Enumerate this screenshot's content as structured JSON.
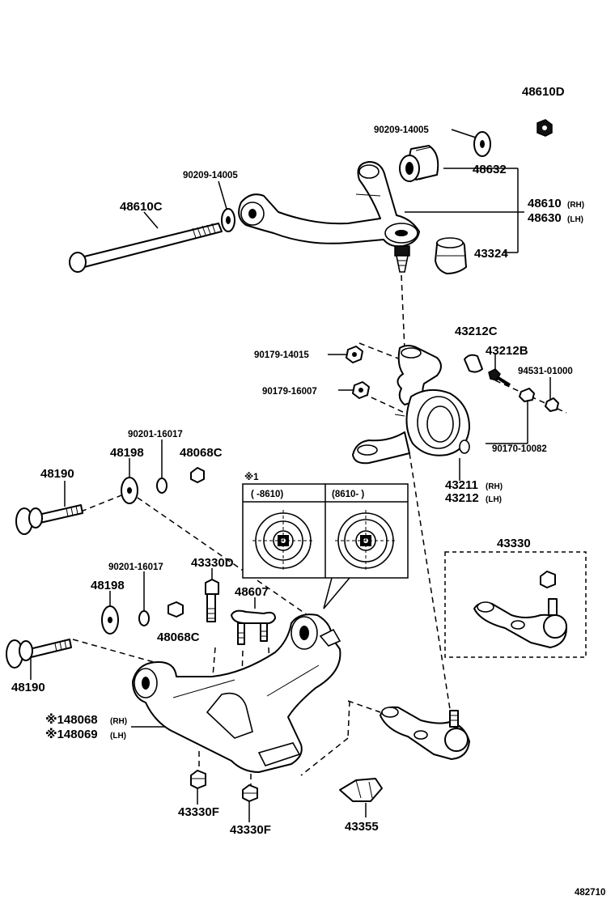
{
  "diagram_id": "482710",
  "labels": {
    "p48610D": "48610D",
    "p90209_14005a": "90209-14005",
    "p48632": "48632",
    "p90209_14005b": "90209-14005",
    "p48610C": "48610C",
    "p48610": "48610",
    "p48610_side": "(RH)",
    "p48630": "48630",
    "p48630_side": "(LH)",
    "p43324": "43324",
    "p43212C": "43212C",
    "p43212B": "43212B",
    "p90179_14015": "90179-14015",
    "p94531_01000": "94531-01000",
    "p90179_16007": "90179-16007",
    "p90201_16017a": "90201-16017",
    "p48198a": "48198",
    "p48068Ca": "48068C",
    "p90170_10082": "90170-10082",
    "p48190a": "48190",
    "note_symbol": "※1",
    "inset_col1": "(      -8610)",
    "inset_col2": "(8610-      )",
    "p43211": "43211",
    "p43211_side": "(RH)",
    "p43212": "43212",
    "p43212_side": "(LH)",
    "p43330": "43330",
    "p90201_16017b": "90201-16017",
    "p43330D": "43330D",
    "p48198b": "48198",
    "p48607": "48607",
    "p48068Cb": "48068C",
    "p48190b": "48190",
    "p48068": "※148068",
    "p48068_side": "(RH)",
    "p48069": "※148069",
    "p48069_side": "(LH)",
    "p43330Fa": "43330F",
    "p43330Fb": "43330F",
    "p43355": "43355"
  }
}
